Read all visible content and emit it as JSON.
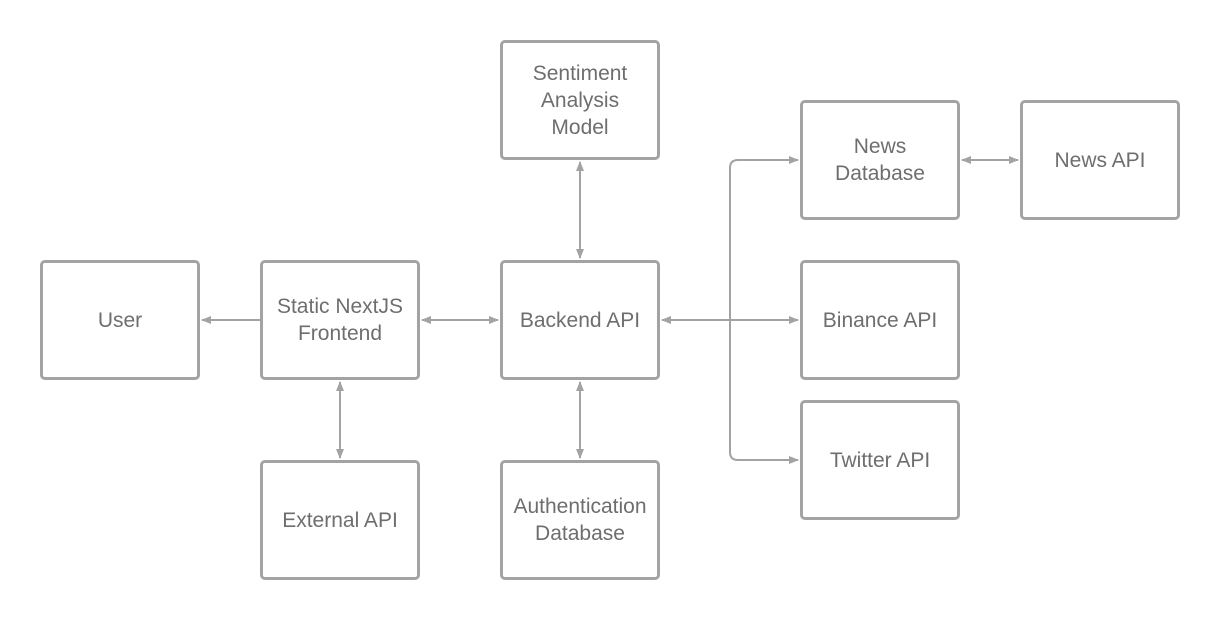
{
  "diagram": {
    "nodes": {
      "user": "User",
      "frontend": "Static NextJS\nFrontend",
      "external_api": "External API",
      "sentiment_model": "Sentiment\nAnalysis\nModel",
      "backend_api": "Backend API",
      "auth_db": "Authentication\nDatabase",
      "news_db": "News\nDatabase",
      "news_api": "News API",
      "binance_api": "Binance API",
      "twitter_api": "Twitter API"
    },
    "edges": [
      {
        "from": "frontend",
        "to": "user",
        "direction": "one-way"
      },
      {
        "from": "frontend",
        "to": "backend_api",
        "direction": "two-way"
      },
      {
        "from": "frontend",
        "to": "external_api",
        "direction": "two-way"
      },
      {
        "from": "backend_api",
        "to": "sentiment_model",
        "direction": "two-way"
      },
      {
        "from": "backend_api",
        "to": "auth_db",
        "direction": "two-way"
      },
      {
        "from": "backend_api",
        "to": "news_db",
        "direction": "two-way"
      },
      {
        "from": "backend_api",
        "to": "binance_api",
        "direction": "two-way"
      },
      {
        "from": "backend_api",
        "to": "twitter_api",
        "direction": "two-way"
      },
      {
        "from": "news_db",
        "to": "news_api",
        "direction": "two-way"
      }
    ]
  },
  "colors": {
    "border": "#a3a3a3",
    "connector": "#a3a3a3",
    "text": "#6e6e6e",
    "background": "#ffffff"
  }
}
